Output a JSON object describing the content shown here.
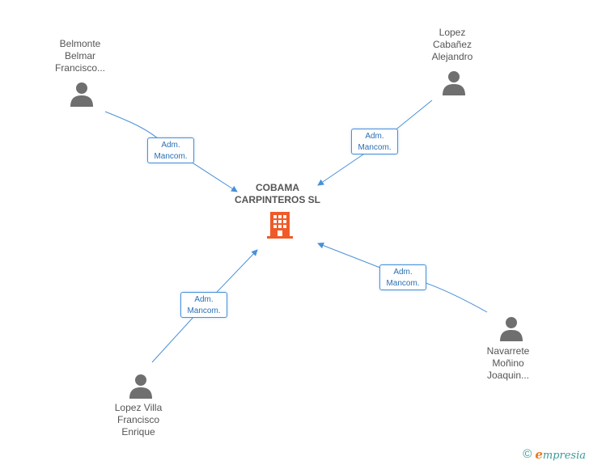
{
  "company": {
    "name_lines": [
      "COBAMA",
      "CARPINTEROS SL"
    ],
    "icon": "building-icon",
    "icon_color": "#f05a28"
  },
  "people": [
    {
      "id": "belmonte",
      "name_lines": [
        "Belmonte",
        "Belmar",
        "Francisco..."
      ],
      "role_lines": [
        "Adm.",
        "Mancom."
      ],
      "icon": "person-icon"
    },
    {
      "id": "lopez-cabanez",
      "name_lines": [
        "Lopez",
        "Cabañez",
        "Alejandro"
      ],
      "role_lines": [
        "Adm.",
        "Mancom."
      ],
      "icon": "person-icon"
    },
    {
      "id": "lopez-villa",
      "name_lines": [
        "Lopez Villa",
        "Francisco",
        "Enrique"
      ],
      "role_lines": [
        "Adm.",
        "Mancom."
      ],
      "icon": "person-icon"
    },
    {
      "id": "navarrete",
      "name_lines": [
        "Navarrete",
        "Moñino",
        "Joaquin..."
      ],
      "role_lines": [
        "Adm.",
        "Mancom."
      ],
      "icon": "person-icon"
    }
  ],
  "footer": {
    "copyright_symbol": "©",
    "brand_initial": "e",
    "brand_rest": "mpresia"
  },
  "colors": {
    "link": "#4a90d9",
    "person_icon": "#6f6f6f",
    "text": "#555555",
    "brand": "#3b9a9a"
  }
}
